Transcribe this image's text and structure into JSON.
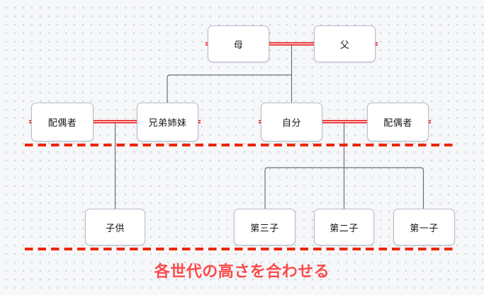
{
  "diagram": {
    "title": "family-tree-generation-alignment",
    "caption": "各世代の高さを合わせる",
    "nodes": [
      {
        "id": "mother",
        "label": "母",
        "generation": 1
      },
      {
        "id": "father",
        "label": "父",
        "generation": 1
      },
      {
        "id": "spouse-left",
        "label": "配偶者",
        "generation": 2
      },
      {
        "id": "siblings",
        "label": "兄弟姉妹",
        "generation": 2
      },
      {
        "id": "self",
        "label": "自分",
        "generation": 2
      },
      {
        "id": "spouse-right",
        "label": "配偶者",
        "generation": 2
      },
      {
        "id": "child",
        "label": "子供",
        "generation": 3
      },
      {
        "id": "third-child",
        "label": "第三子",
        "generation": 3
      },
      {
        "id": "second-child",
        "label": "第二子",
        "generation": 3
      },
      {
        "id": "first-child",
        "label": "第一子",
        "generation": 3
      }
    ],
    "edges": [
      {
        "type": "marriage",
        "between": [
          "mother",
          "father"
        ]
      },
      {
        "type": "marriage",
        "between": [
          "spouse-left",
          "siblings"
        ]
      },
      {
        "type": "marriage",
        "between": [
          "self",
          "spouse-right"
        ]
      },
      {
        "type": "parent-child",
        "parents": [
          "mother",
          "father"
        ],
        "children": [
          "siblings",
          "self"
        ]
      },
      {
        "type": "parent-child",
        "parents": [
          "spouse-left",
          "siblings"
        ],
        "children": [
          "child"
        ]
      },
      {
        "type": "parent-child",
        "parents": [
          "self",
          "spouse-right"
        ],
        "children": [
          "third-child",
          "second-child",
          "first-child"
        ]
      }
    ],
    "generation_separators": 2
  },
  "colors": {
    "background": "#f6f7f9",
    "grid_dot": "#c9ccd5",
    "node_fill": "#ffffff",
    "node_border": "#b6bcc8",
    "node_text": "#17181d",
    "connector": "#6b7078",
    "marriage_line": "#ee0000",
    "separator_dash": "#ee2500",
    "caption_text": "#fb4a4a"
  }
}
